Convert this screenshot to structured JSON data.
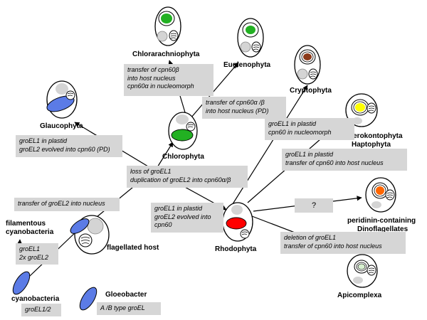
{
  "taxa": {
    "chlorarachniophyta": "Chlorarachniophyta",
    "euglenophyta": "Euglenophyta",
    "cryptophyta": "Cryptophyta",
    "glaucophyta": "Glaucophyta",
    "chlorophyta": "Chlorophyta",
    "heterokontophyta": "Heterokontophyta",
    "haptophyta": "Haptophyta",
    "filamentous_1": "filamentous",
    "filamentous_2": "cyanobacteria",
    "flagellated_host": "flagellated host",
    "rhodophyta": "Rhodophyta",
    "peridinin_1": "peridinin-containing",
    "peridinin_2": "Dinoflagellates",
    "cyanobacteria": "cyanobacteria",
    "gloeobacter": "Gloeobacter",
    "apicomplexa": "Apicomplexa"
  },
  "events": {
    "chlorarachnio": [
      "transfer of cpn60β",
      "into host nucleus",
      "cpn60α in nucleomorph"
    ],
    "euglena": [
      "transfer of cpn60α /β",
      "into host nucleus (PD)"
    ],
    "crypto": [
      "groEL1 in plastid",
      "cpn60 in nucleomorph"
    ],
    "glauco": [
      "groEL1 in plastid",
      "groEL2 evolved into cpn60 (PD)"
    ],
    "chloro": [
      "loss of groEL1",
      "duplication of groEL2 into cpn60α/β"
    ],
    "hetero": [
      "groEL1 in plastid",
      "transfer of cpn60 into host nucleus"
    ],
    "nucleus": [
      "transfer of groEL2 into nucleus"
    ],
    "rhodo": [
      "groEL1 in plastid",
      "groEL2 evolved into",
      "cpn60"
    ],
    "dino": [
      "?"
    ],
    "api": [
      "deletion of groEL1",
      "transfer of cpn60 into host nucleus"
    ],
    "filamentous": [
      "groEL1",
      "2x groEL2"
    ],
    "cyano": [
      "groEL1/2"
    ],
    "gloeo": [
      "A /B type groEL"
    ]
  },
  "colors": {
    "blue": "#5b7be6",
    "green": "#22b022",
    "red": "#ff0000",
    "brown": "#8b3a1a",
    "yellow": "#ffff00",
    "orange": "#ff6600",
    "light_green": "#d8f0d0",
    "grey_nucleus": "#d4d4d4",
    "box": "#d6d6d6"
  }
}
